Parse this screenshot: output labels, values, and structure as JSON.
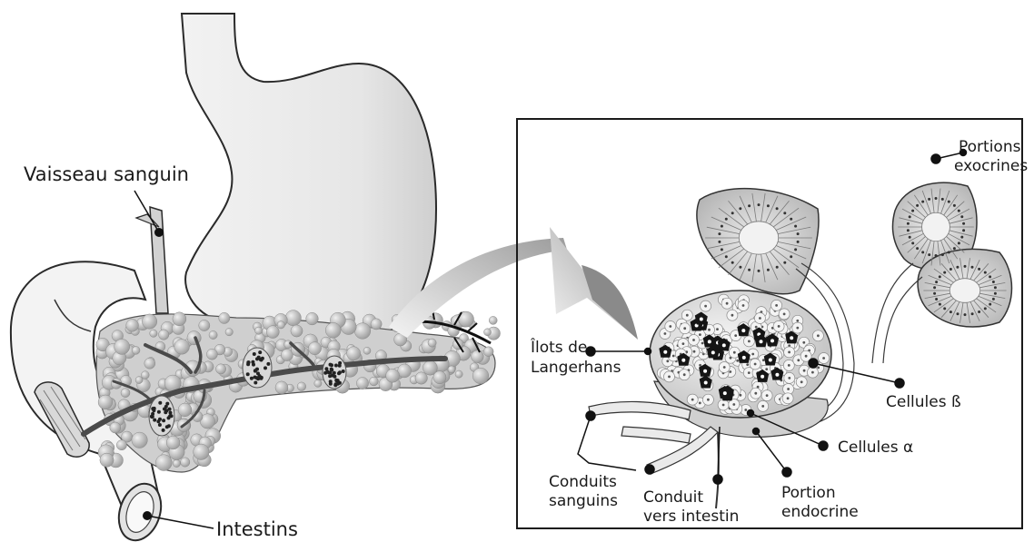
{
  "left_labels": {
    "vessel": "Vaisseau sanguin",
    "intestines": "Intestins"
  },
  "inset_labels": {
    "exocrine_line1": "Portions",
    "exocrine_line2": "exocrines",
    "islets_line1": "Îlots de",
    "islets_line2": "Langerhans",
    "beta_cells": "Cellules ß",
    "alpha_cells": "Cellules α",
    "blood_ducts_line1": "Conduits",
    "blood_ducts_line2": "sanguins",
    "duct_line1": "Conduit",
    "duct_line2": "vers intestin",
    "endocrine_line1": "Portion",
    "endocrine_line2": "endocrine"
  }
}
